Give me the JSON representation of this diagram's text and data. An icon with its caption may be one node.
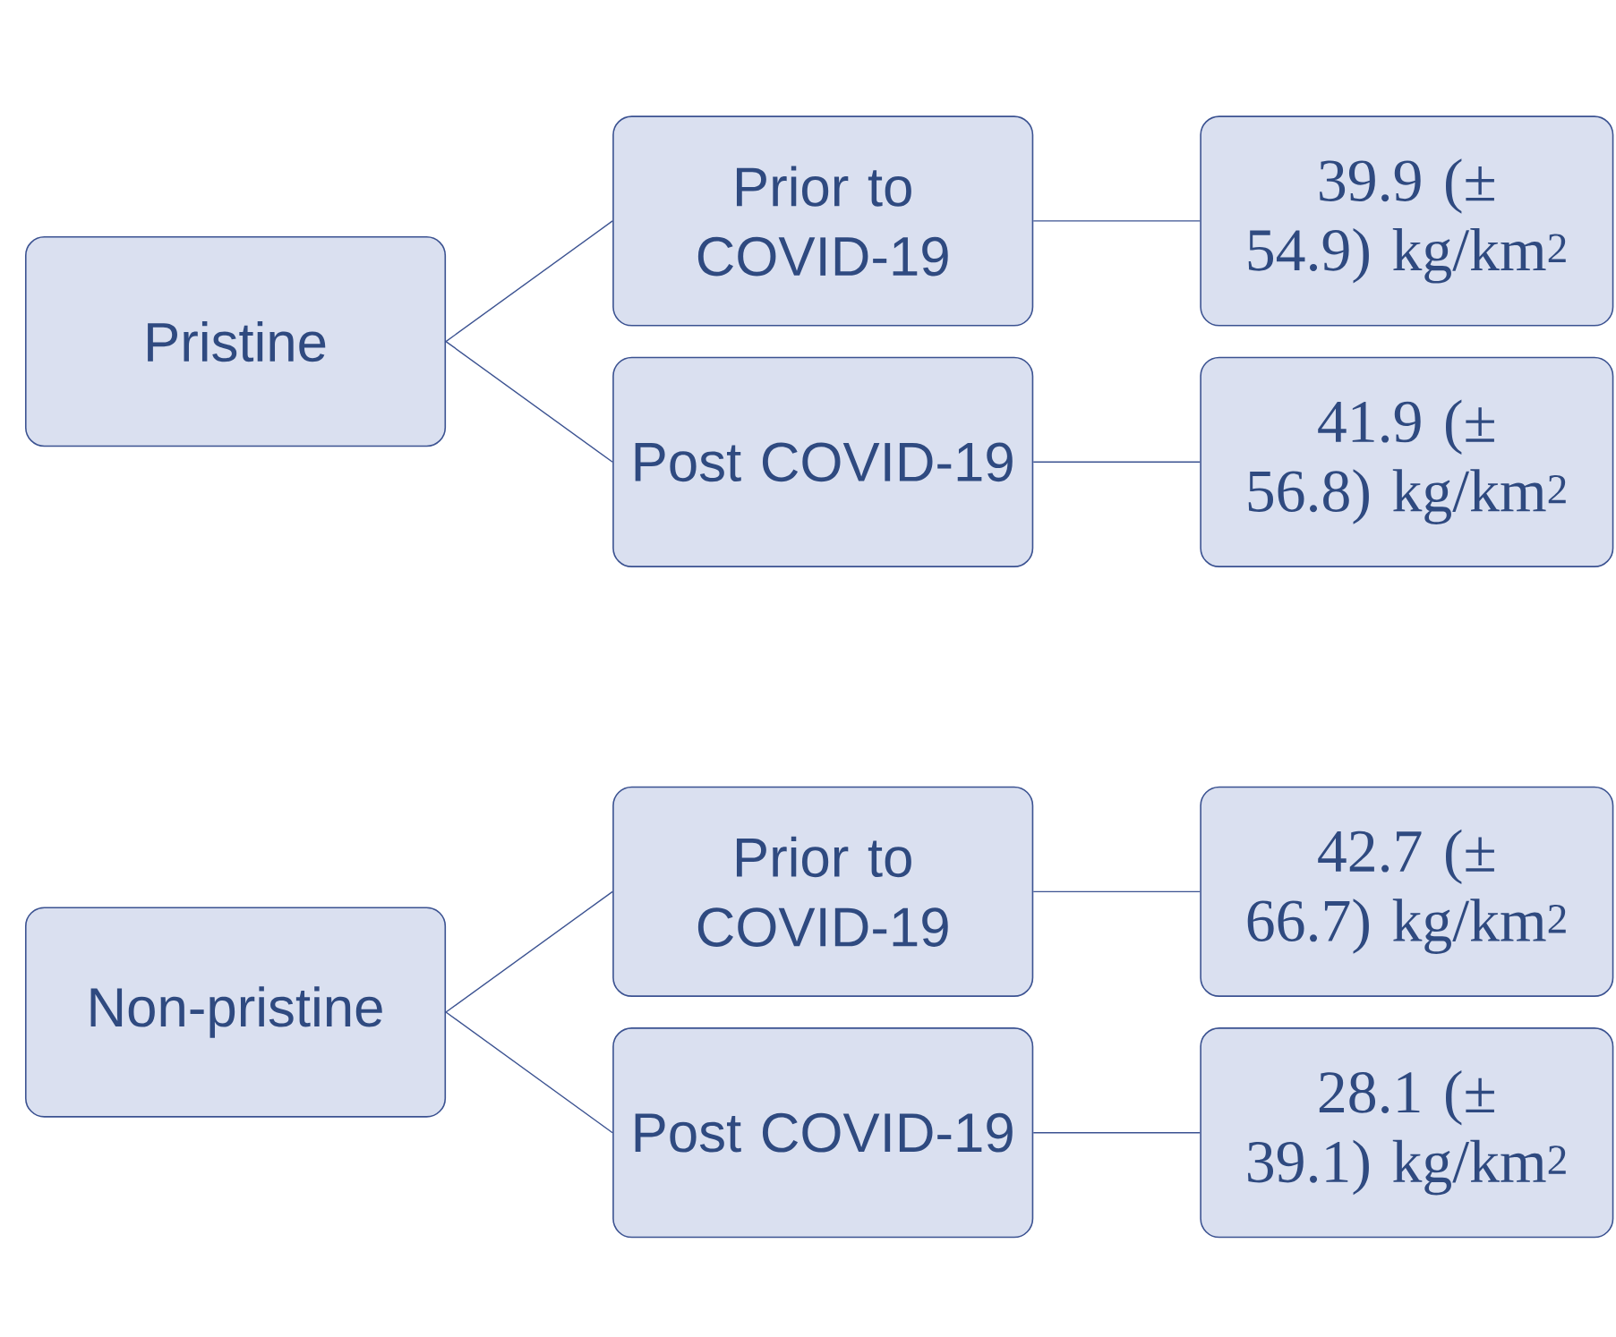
{
  "diagram": {
    "nodes": [
      {
        "text": [
          "Pristine"
        ]
      },
      {
        "text": [
          "Prior to COVID-19"
        ]
      },
      {
        "text": [
          "39.9 (± 54.9) kg/km$^{2}$"
        ]
      },
      {
        "text": [
          "Post COVID-19"
        ]
      },
      {
        "text": [
          "41.9 (± 56.8) kg/km$^{2}$"
        ]
      },
      {
        "text": [
          "Non-pristine"
        ]
      },
      {
        "text": [
          "Prior to COVID-19"
        ]
      },
      {
        "text": [
          "42.7 (± 66.7) kg/km$^{2}$"
        ]
      },
      {
        "text": [
          "Post COVID-19"
        ]
      },
      {
        "text": [
          "28.1 (± 39.1) kg/km$^{2}$"
        ]
      }
    ],
    "edges": [
      {
        "from": 0,
        "to": 1,
        "arrow": "none"
      },
      {
        "from": 0,
        "to": 3,
        "arrow": "none"
      },
      {
        "from": 1,
        "to": 2,
        "arrow": "none"
      },
      {
        "from": 3,
        "to": 4,
        "arrow": "none"
      },
      {
        "from": 5,
        "to": 6,
        "arrow": "none"
      },
      {
        "from": 5,
        "to": 8,
        "arrow": "none"
      },
      {
        "from": 6,
        "to": 7,
        "arrow": "none"
      },
      {
        "from": 8,
        "to": 9,
        "arrow": "none"
      }
    ]
  }
}
